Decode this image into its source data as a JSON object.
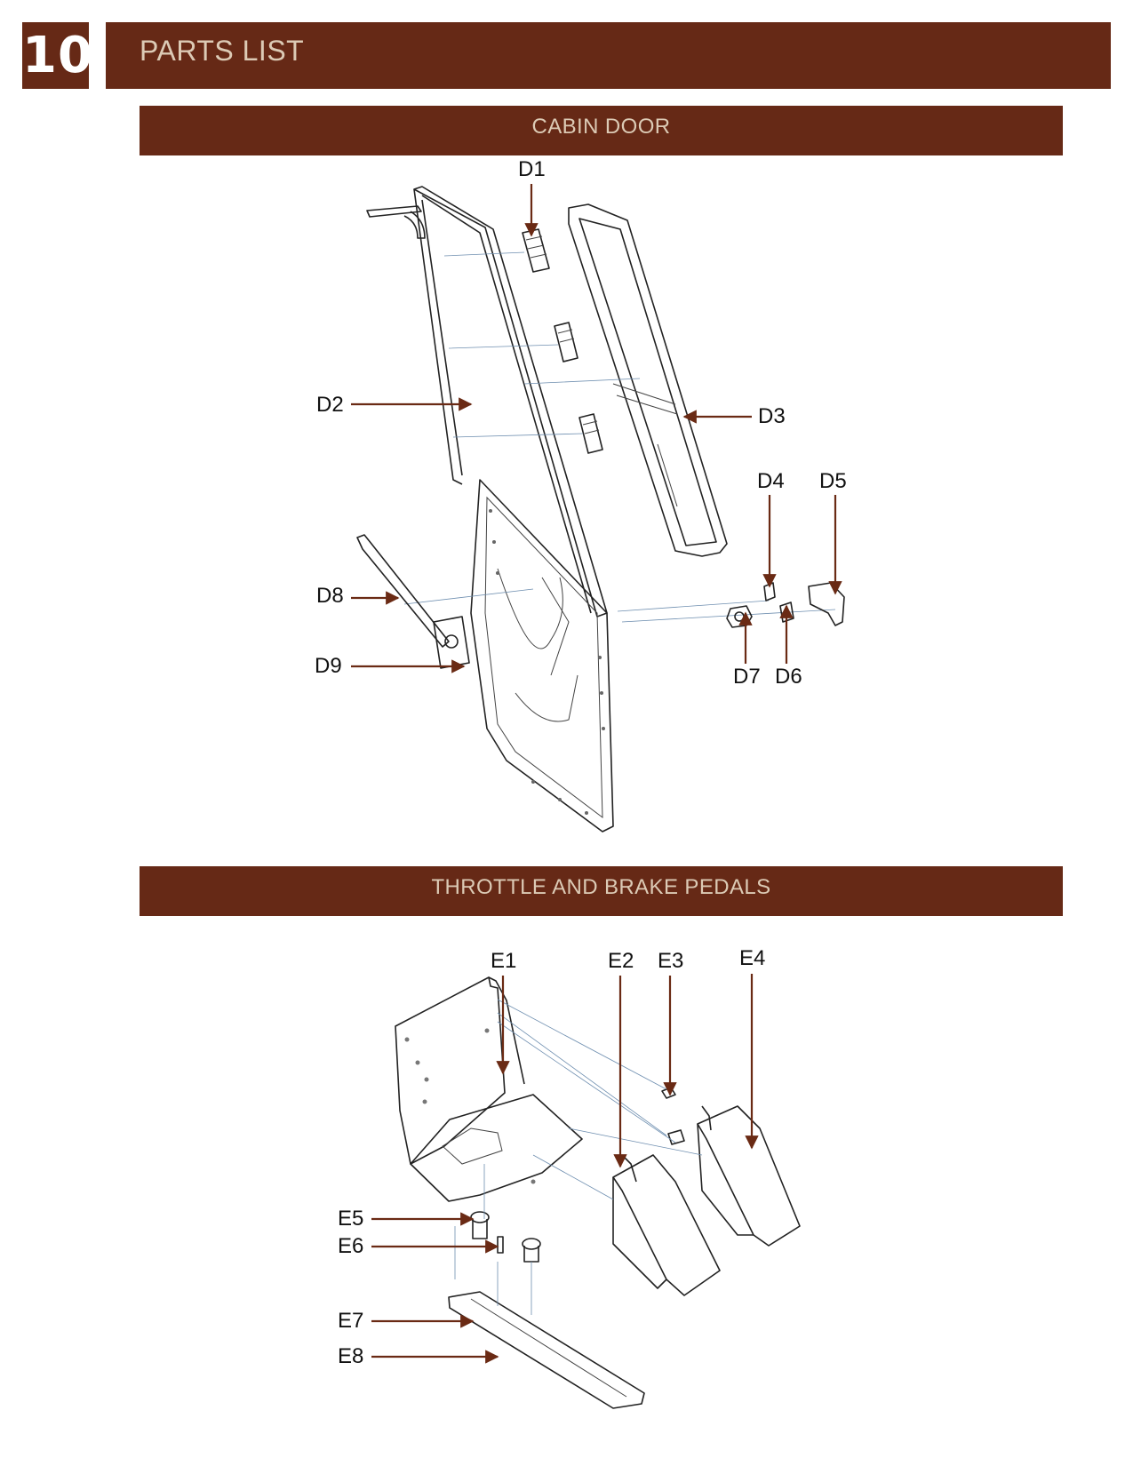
{
  "header": {
    "page_number": "10",
    "title": "PARTS LIST"
  },
  "sections": [
    {
      "title": "CABIN DOOR"
    },
    {
      "title": "THROTTLE AND BRAKE PEDALS"
    }
  ],
  "colors": {
    "brand_brown": "#662916",
    "header_text": "#dccab5",
    "arrow": "#6a2a14"
  },
  "cabin_door_labels": [
    "D1",
    "D2",
    "D3",
    "D4",
    "D5",
    "D6",
    "D7",
    "D8",
    "D9"
  ],
  "pedal_labels": [
    "E1",
    "E2",
    "E3",
    "E4",
    "E5",
    "E6",
    "E7",
    "E8"
  ]
}
